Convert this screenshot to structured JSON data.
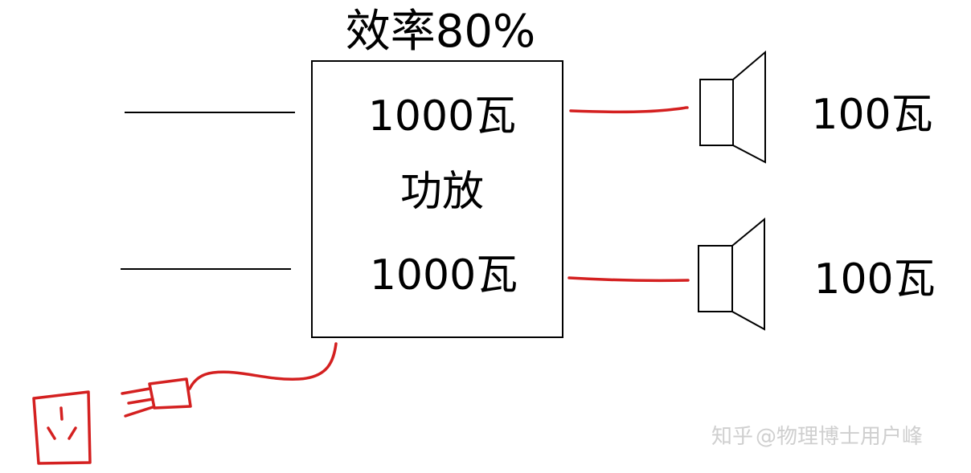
{
  "title": "效率80%",
  "amplifier": {
    "power_top": "1000瓦",
    "name": "功放",
    "power_bottom": "1000瓦"
  },
  "speakers": [
    {
      "power": "100瓦"
    },
    {
      "power": "100瓦"
    }
  ],
  "watermark": {
    "site": "知乎",
    "author": "@物理博士用户峰"
  },
  "colors": {
    "ink": "#000000",
    "wire_red": "#d42020",
    "watermark": "#cfcfcf"
  },
  "icons": [
    "speaker-icon",
    "power-socket-icon",
    "plug-icon"
  ]
}
